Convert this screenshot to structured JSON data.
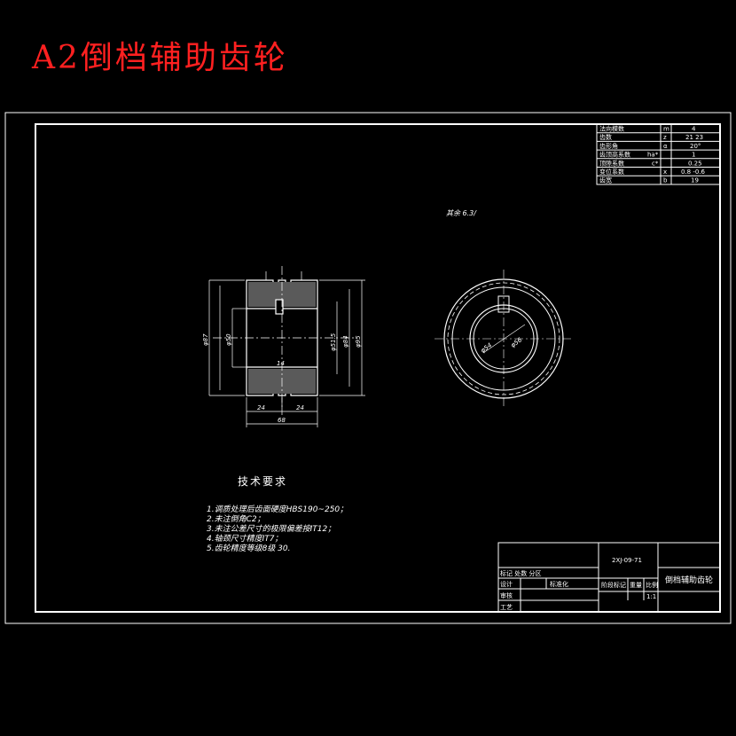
{
  "title": "A2倒档辅助齿轮",
  "parameter_table": [
    {
      "name": "法向模数",
      "symbol": "m",
      "value": "4"
    },
    {
      "name": "齿数",
      "symbol": "z",
      "value": "21 23"
    },
    {
      "name": "齿形角",
      "symbol": "α",
      "value": "20°"
    },
    {
      "name": "齿顶高系数",
      "symbol": "ha*",
      "value": "1"
    },
    {
      "name": "顶隙系数",
      "symbol": "c*",
      "value": "0.25"
    },
    {
      "name": "变位系数",
      "symbol": "x",
      "value": "0.8 -0.6"
    },
    {
      "name": "齿宽",
      "symbol": "b",
      "value": "19"
    }
  ],
  "surface_note": "其余 6.3/",
  "dimensions": {
    "outer_diameter": "φ95",
    "root_diameter": "φ87",
    "bore_diameter": "φ50",
    "inner_mid": "φ51.5",
    "bore2": "φ84",
    "slot_width": "14",
    "width_left": "24",
    "width_right": "24",
    "total_width": "68",
    "front_bore": "φ54",
    "front_hub": "φ56"
  },
  "tech_requirements": {
    "heading": "技术要求",
    "items": [
      "1.调质处理后齿面硬度HBS190~250；",
      "2.未注倒角C2；",
      "3.未注公差尺寸的极限偏差按IT12；",
      "4.轴颈尺寸精度IT7；",
      "5.齿轮精度等级8级 30."
    ]
  },
  "title_block": {
    "drawing_no": "2XJ-09-71",
    "part_name": "倒档辅助齿轮",
    "labels": {
      "mark_row": "标记 处数 分区",
      "designer": "设计",
      "standard": "标准化",
      "reviewer": "审核",
      "process": "工艺",
      "stage": "阶段标记",
      "weight": "重量",
      "scale": "比例",
      "scale_value": "1:1"
    }
  }
}
